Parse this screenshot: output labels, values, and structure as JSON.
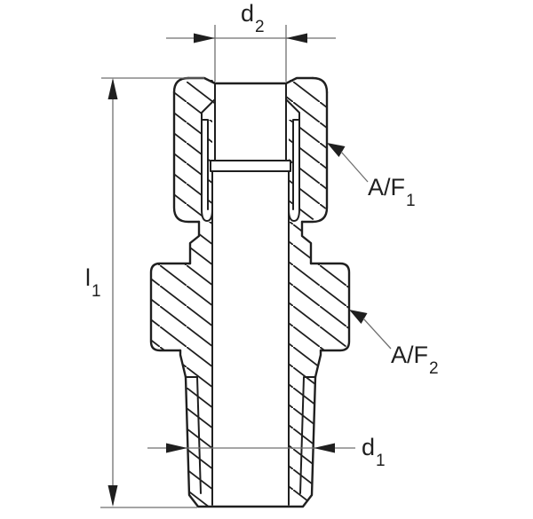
{
  "drawing": {
    "kind": "sectional-technical-drawing-of-threaded-tube-fitting",
    "dimension_labels": {
      "d2": {
        "base": "d",
        "sub": "2"
      },
      "l1": {
        "base": "l",
        "sub": "1"
      },
      "d1": {
        "base": "d",
        "sub": "1"
      },
      "af1": {
        "base": "A/F",
        "sub": "1"
      },
      "af2": {
        "base": "A/F",
        "sub": "2"
      }
    },
    "colors": {
      "line": "#1f1f1f",
      "dimension": "#6f6f6f",
      "background": "#ffffff"
    }
  }
}
